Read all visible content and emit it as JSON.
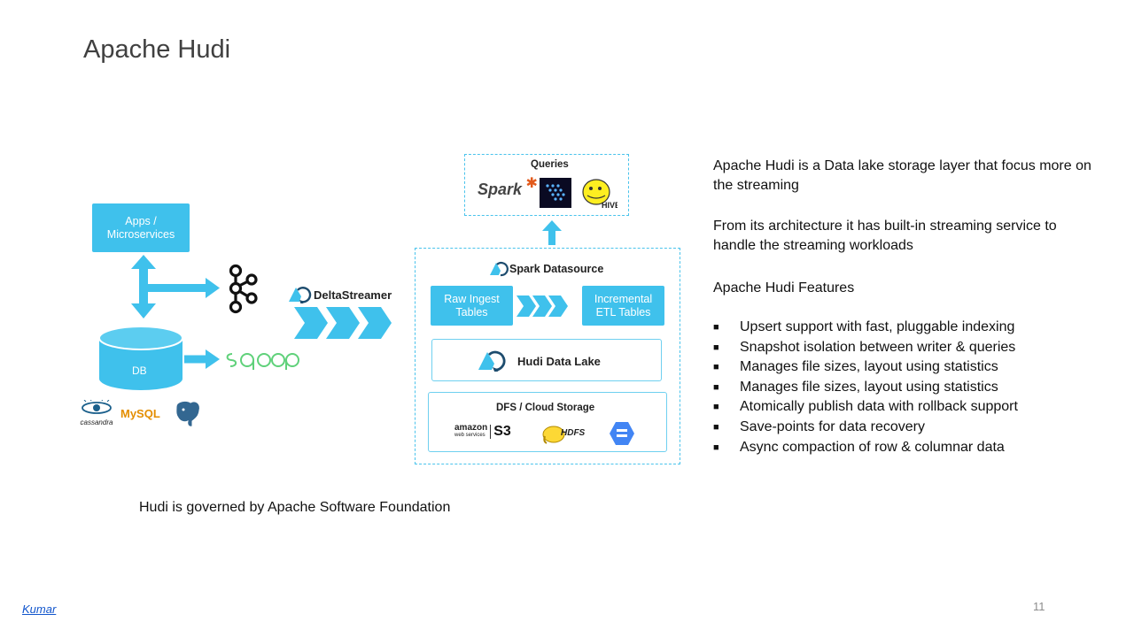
{
  "title": "Apache Hudi",
  "diagram": {
    "apps_label": "Apps /\nMicroservices",
    "db_label": "DB",
    "db_logos": [
      "cassandra",
      "MySQL"
    ],
    "deltastreamer_label": "DeltaStreamer",
    "queries_label": "Queries",
    "query_logos": [
      "Spark"
    ],
    "spark_datasource_label": "Spark Datasource",
    "raw_ingest_label": "Raw Ingest\nTables",
    "incremental_label": "Incremental\nETL Tables",
    "hudi_lake_label": "Hudi Data Lake",
    "dfs_label": "DFS / Cloud Storage",
    "storage_logos": [
      "amazon",
      "web services",
      "S3",
      "HDFS"
    ],
    "accent_color": "#3fc1ec"
  },
  "description": {
    "para1": "Apache Hudi is a  Data lake storage layer that focus more on the streaming",
    "para2": "From its architecture it has built-in streaming service to handle the streaming workloads",
    "features_heading": "Apache Hudi  Features",
    "features": [
      "Upsert support with fast, pluggable indexing",
      "Snapshot isolation between writer & queries",
      "Manages file sizes, layout using statistics",
      "Manages file sizes, layout using statistics",
      "Atomically publish data with rollback support",
      "Save-points for data recovery",
      "Async compaction of row & columnar data"
    ]
  },
  "governance": "Hudi  is governed by Apache Software Foundation",
  "author": "Kumar",
  "page_number": "11"
}
